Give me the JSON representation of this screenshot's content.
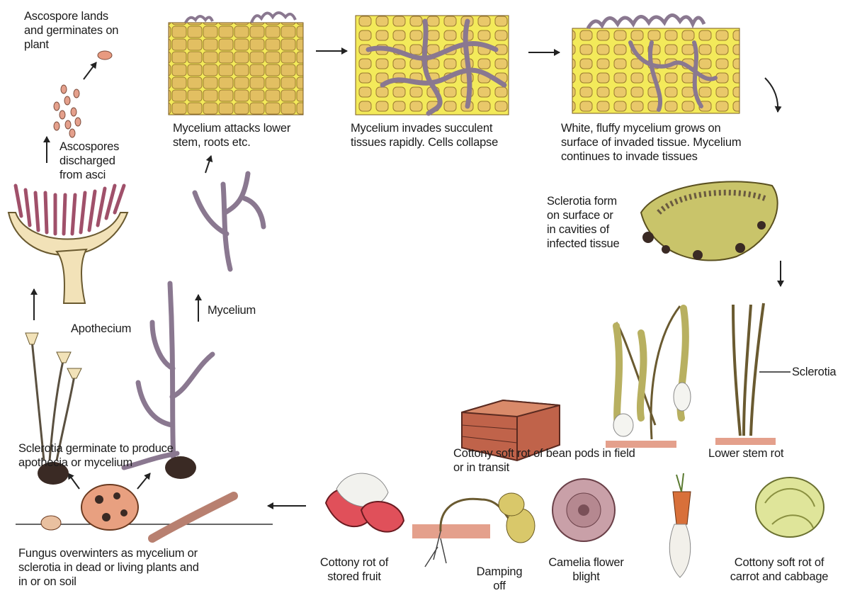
{
  "labels": {
    "ascospore_lands": "Ascospore lands\nand germinates on\nplant",
    "ascospores_discharged": "Ascospores\ndischarged\nfrom asci",
    "mycelium_attacks": "Mycelium attacks lower\nstem, roots etc.",
    "mycelium_invades": "Mycelium invades succulent\ntissues rapidly. Cells collapse",
    "white_fluffy": "White, fluffy mycelium grows on\nsurface of invaded tissue. Mycelium\ncontinues to invade tissues",
    "sclerotia_form": "Sclerotia form\non surface or\nin cavities of\ninfected tissue",
    "apothecium": "Apothecium",
    "mycelium": "Mycelium",
    "sclerotia": "Sclerotia",
    "sclerotia_germinate": "Sclerotia germinate to produce\napothecia or mycelium",
    "cottony_bean": "Cottony soft rot of bean pods in field\nor in transit",
    "lower_stem_rot": "Lower stem rot",
    "fungus_overwinters": "Fungus overwinters as mycelium or\nsclerotia in dead or living plants and\nin or on soil",
    "cottony_stored_fruit": "Cottony rot of\nstored fruit",
    "damping_off": "Damping\noff",
    "camelia_blight": "Camelia flower\nblight",
    "cottony_carrot": "Cottony soft rot of\ncarrot and cabbage"
  },
  "colors": {
    "tissue": "#f3ea5a",
    "tissue_cell": "#e2bf62",
    "mycelium": "#8a7890",
    "apothecium": "#f2e2b8",
    "sclerotium": "#3a2a24",
    "crate": "#c0634a",
    "fruit": "#e0505a",
    "flower": "#c9a0a8",
    "cabbage": "#dfe59a",
    "carrot": "#d8703a",
    "soil": "#e4a08c"
  }
}
